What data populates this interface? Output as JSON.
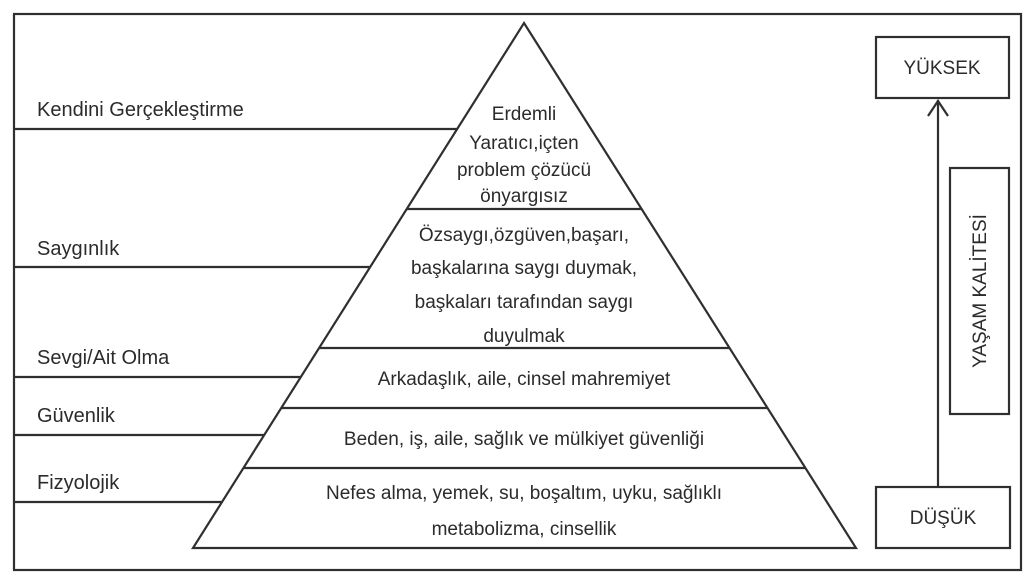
{
  "diagram": {
    "type": "maslow-hierarchy-pyramid",
    "colors": {
      "stroke": "#2f2f2f",
      "text": "#2b2b2b",
      "background": "#ffffff"
    },
    "levels": [
      {
        "label": "Kendini Gerçekleştirme",
        "lines": [
          "Erdemli",
          "Yaratıcı,içten",
          "problem  çözücü",
          "önyargısız"
        ]
      },
      {
        "label": "Saygınlık",
        "lines": [
          "Özsaygı,özgüven,başarı,",
          "başkalarına saygı duymak,",
          "başkaları tarafından saygı",
          "duyulmak"
        ]
      },
      {
        "label": "Sevgi/Ait Olma",
        "lines": [
          "Arkadaşlık, aile, cinsel mahremiyet"
        ]
      },
      {
        "label": "Güvenlik",
        "lines": [
          "Beden, iş, aile, sağlık ve mülkiyet güvenliği"
        ]
      },
      {
        "label": "Fizyolojik",
        "lines": [
          "Nefes alma, yemek, su, boşaltım, uyku, sağlıklı",
          "metabolizma, cinsellik"
        ]
      }
    ],
    "scale": {
      "top_label": "YÜKSEK",
      "axis_label": "YAŞAM KALİTESİ",
      "bottom_label": "DÜŞÜK"
    }
  }
}
